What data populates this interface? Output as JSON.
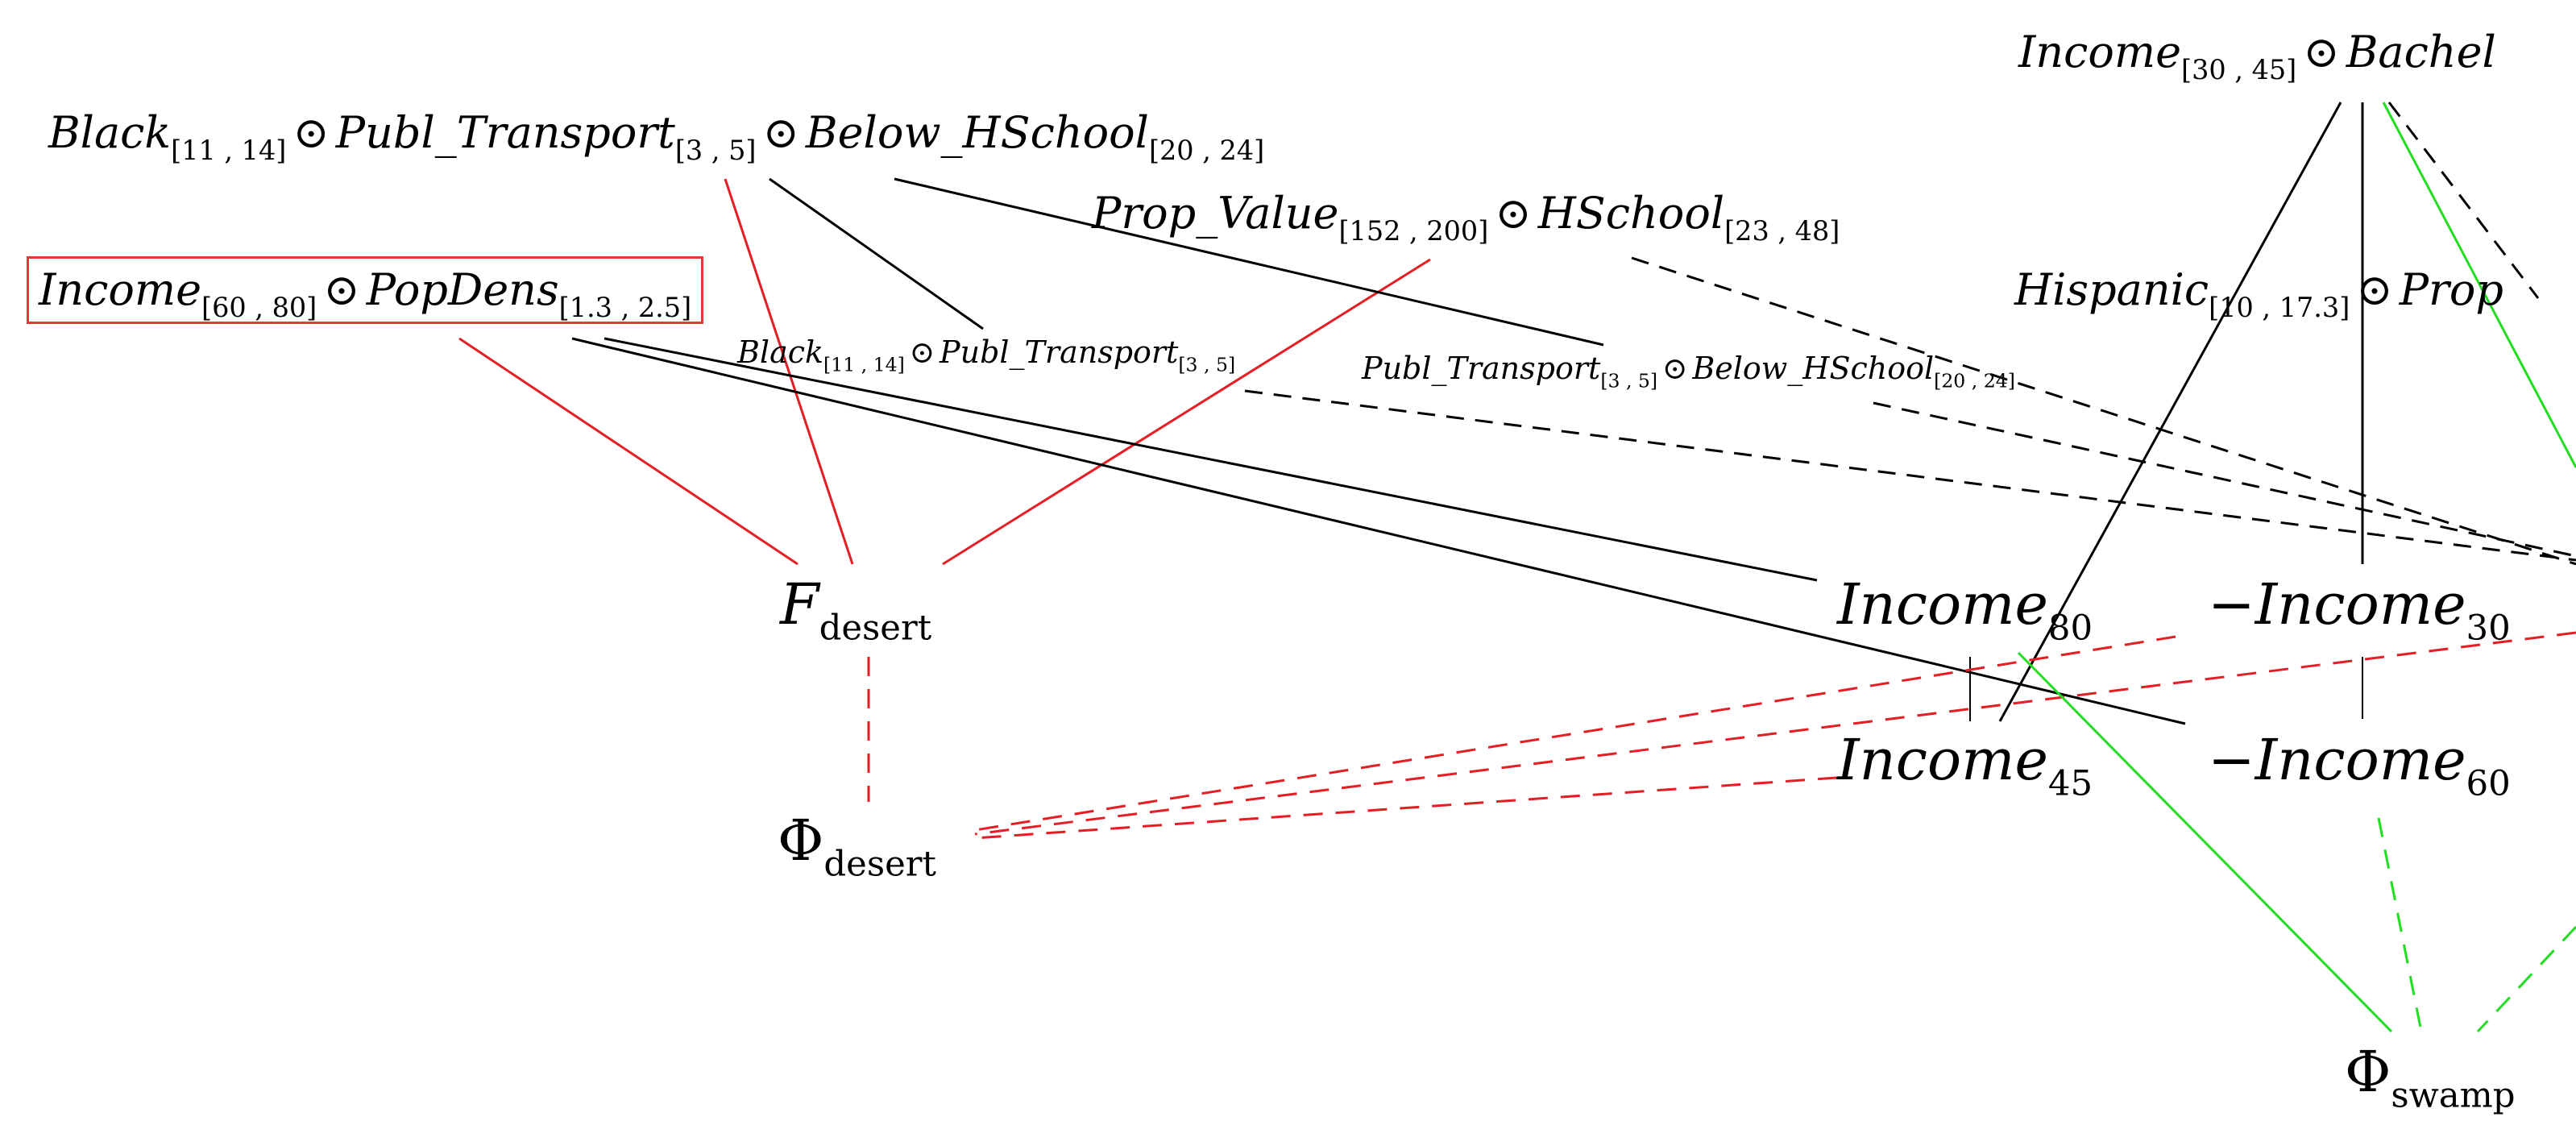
{
  "colors": {
    "black": "#000000",
    "red": "#e31e24",
    "green": "#22dd22",
    "box": "#e53935"
  },
  "nodes": {
    "income_30_45_bachel": {
      "prefix": "Income",
      "prefix_sub": "[30 , 45]",
      "op": "⊙",
      "suffix": "Bachel"
    },
    "black_transport_below_hschool": {
      "a": "Black",
      "a_sub": "[11 , 14]",
      "op1": "⊙",
      "b": "Publ_Transport",
      "b_sub": "[3 , 5]",
      "op2": "⊙",
      "c": "Below_HSchool",
      "c_sub": "[20 , 24]"
    },
    "prop_value_hschool": {
      "a": "Prop_Value",
      "a_sub": "[152 , 200]",
      "op": "⊙",
      "b": "HSchool",
      "b_sub": "[23 , 48]"
    },
    "income_popdens": {
      "a": "Income",
      "a_sub": "[60 , 80]",
      "op": "⊙",
      "b": "PopDens",
      "b_sub": "[1.3 , 2.5]"
    },
    "hispanic_prop": {
      "a": "Hispanic",
      "a_sub": "[10 , 17.3]",
      "op": "⊙",
      "b": "Prop"
    },
    "black_transport": {
      "a": "Black",
      "a_sub": "[11 , 14]",
      "op": "⊙",
      "b": "Publ_Transport",
      "b_sub": "[3 , 5]"
    },
    "transport_below_hschool": {
      "a": "Publ_Transport",
      "a_sub": "[3 , 5]",
      "op": "⊙",
      "b": "Below_HSchool",
      "b_sub": "[20 , 24]"
    },
    "f_desert": {
      "main": "F",
      "sub": "desert"
    },
    "phi_desert": {
      "main": "Φ",
      "sub": "desert"
    },
    "phi_swamp": {
      "main": "Φ",
      "sub": "swamp"
    },
    "income80": {
      "main": "Income",
      "sub": "80"
    },
    "neg_income30": {
      "main": "−Income",
      "sub": "30"
    },
    "income45": {
      "main": "Income",
      "sub": "45"
    },
    "neg_income60": {
      "main": "−Income",
      "sub": "60"
    }
  }
}
